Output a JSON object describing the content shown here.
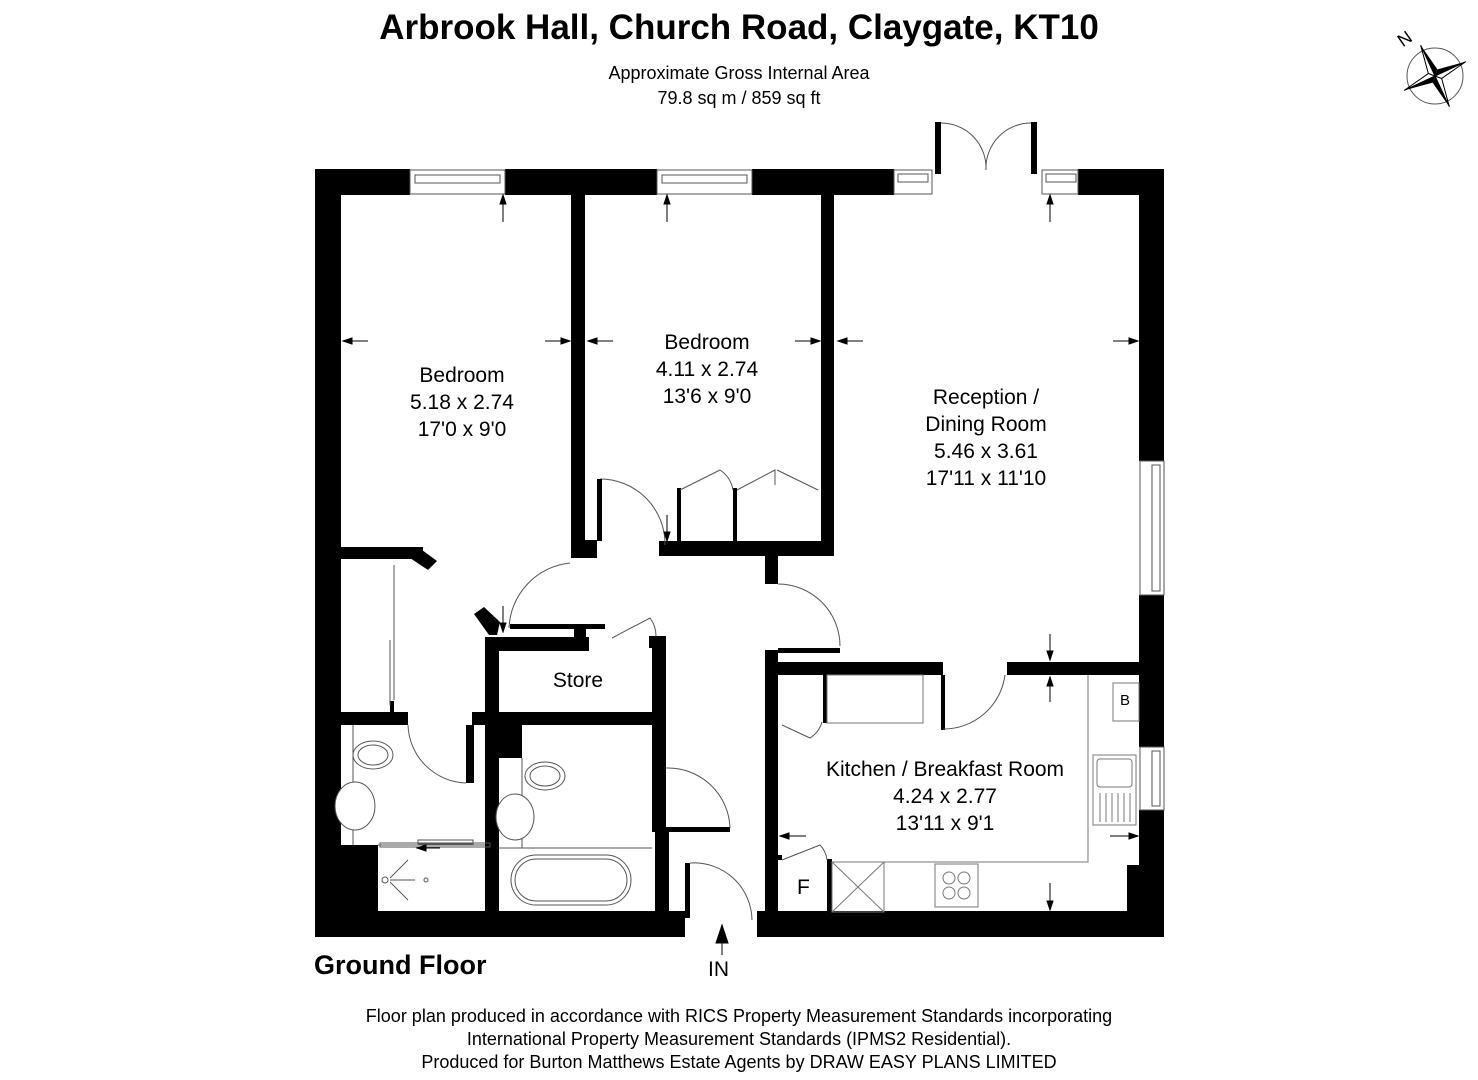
{
  "header": {
    "title": "Arbrook Hall, Church Road, Claygate, KT10",
    "area_label": "Approximate Gross Internal Area",
    "area_value": "79.8 sq m / 859 sq ft"
  },
  "compass": {
    "north_label": "N"
  },
  "rooms": [
    {
      "name": "Bedroom",
      "metric": "5.18 x 2.74",
      "imperial": "17'0 x 9'0"
    },
    {
      "name": "Bedroom",
      "metric": "4.11 x 2.74",
      "imperial": "13'6 x 9'0"
    },
    {
      "name": "Reception /",
      "name2": "Dining Room",
      "metric": "5.46 x 3.61",
      "imperial": "17'11 x 11'10"
    },
    {
      "name": "Store"
    },
    {
      "name": "Kitchen / Breakfast Room",
      "metric": "4.24 x 2.77",
      "imperial": "13'11 x 9'1"
    }
  ],
  "fixtures": {
    "boiler_label": "B",
    "fridge_label": "F"
  },
  "floor_label": "Ground Floor",
  "entrance_label": "IN",
  "footer": {
    "line1": "Floor plan produced in accordance with RICS Property Measurement Standards incorporating",
    "line2": "International Property Measurement Standards (IPMS2 Residential).",
    "line3": "Produced for Burton Matthews Estate Agents by DRAW EASY PLANS LIMITED"
  },
  "colors": {
    "wall": "#000000",
    "line": "#555555",
    "background": "#ffffff"
  }
}
